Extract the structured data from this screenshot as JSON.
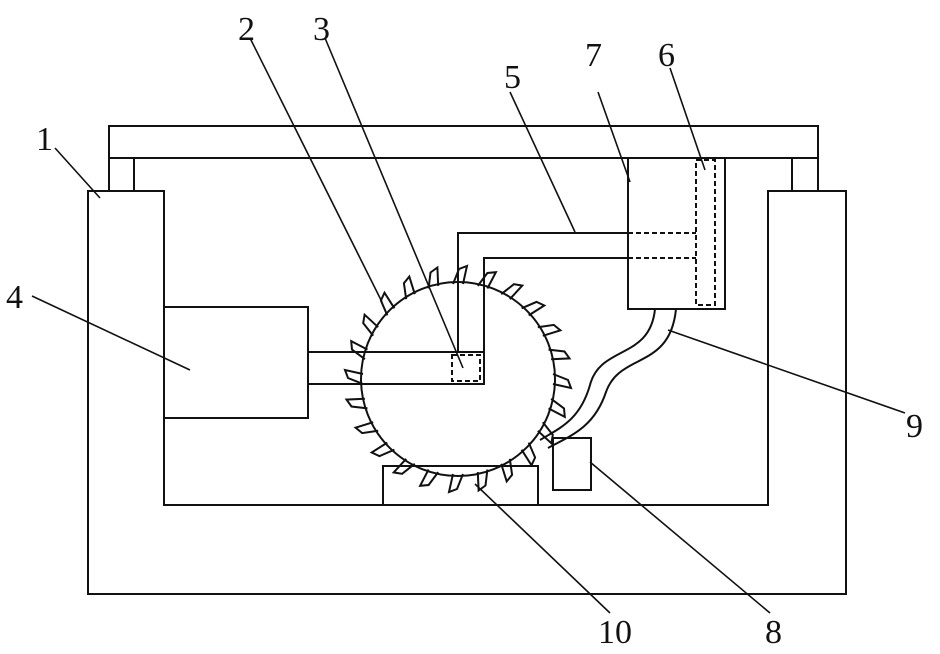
{
  "labels": {
    "n1": "1",
    "n2": "2",
    "n3": "3",
    "n4": "4",
    "n5": "5",
    "n6": "6",
    "n7": "7",
    "n8": "8",
    "n9": "9",
    "n10": "10"
  },
  "colors": {
    "line": "#111111",
    "background": "#ffffff"
  }
}
